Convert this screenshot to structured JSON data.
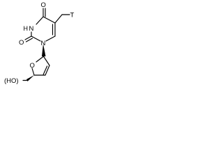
{
  "molecule": {
    "atoms": {
      "o4": "O",
      "n3": "N",
      "h3": "H",
      "o2": "O",
      "n1": "N",
      "tritium": "T",
      "o_ring": "O",
      "hydroxyl": "(HO)"
    }
  }
}
